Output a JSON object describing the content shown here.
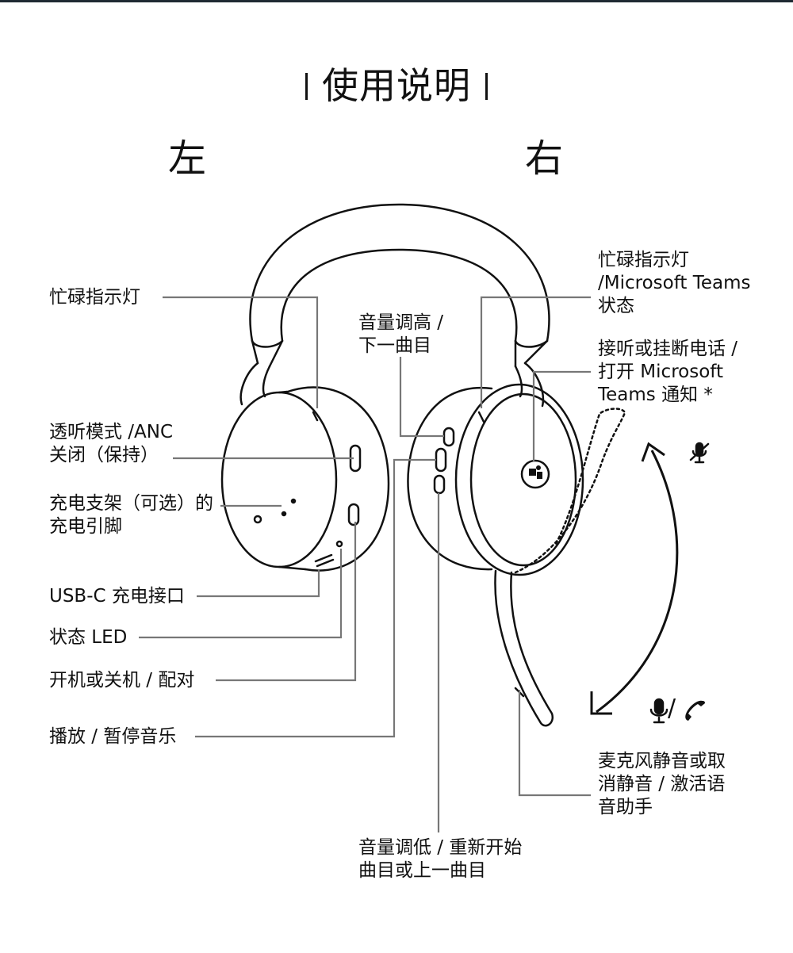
{
  "title": "使用说明",
  "side_left": "左",
  "side_right": "右",
  "labels": {
    "busy_left": [
      "忙碌指示灯"
    ],
    "transparency": [
      "透听模式 /ANC",
      "关闭（保持）"
    ],
    "charging_pins": [
      "充电支架（可选）的",
      "充电引脚"
    ],
    "usbc": [
      "USB-C 充电接口"
    ],
    "status_led": [
      "状态 LED"
    ],
    "power": [
      "开机或关机 / 配对"
    ],
    "play": [
      "播放 / 暂停音乐"
    ],
    "vol_up": [
      "音量调高 /",
      "下一曲目"
    ],
    "vol_down": [
      "音量调低 / 重新开始",
      "曲目或上一曲目"
    ],
    "busy_right": [
      "忙碌指示灯",
      "/Microsoft Teams",
      "状态"
    ],
    "answer": [
      "接听或挂断电话 /",
      "打开 Microsoft",
      "Teams 通知 *"
    ],
    "mic_mute": [
      "麦克风静音或取",
      "消静音 / 激活语",
      "音助手"
    ]
  },
  "icons": [
    "mic-muted-icon",
    "mic-icon",
    "phone-icon",
    "teams-button-icon"
  ]
}
